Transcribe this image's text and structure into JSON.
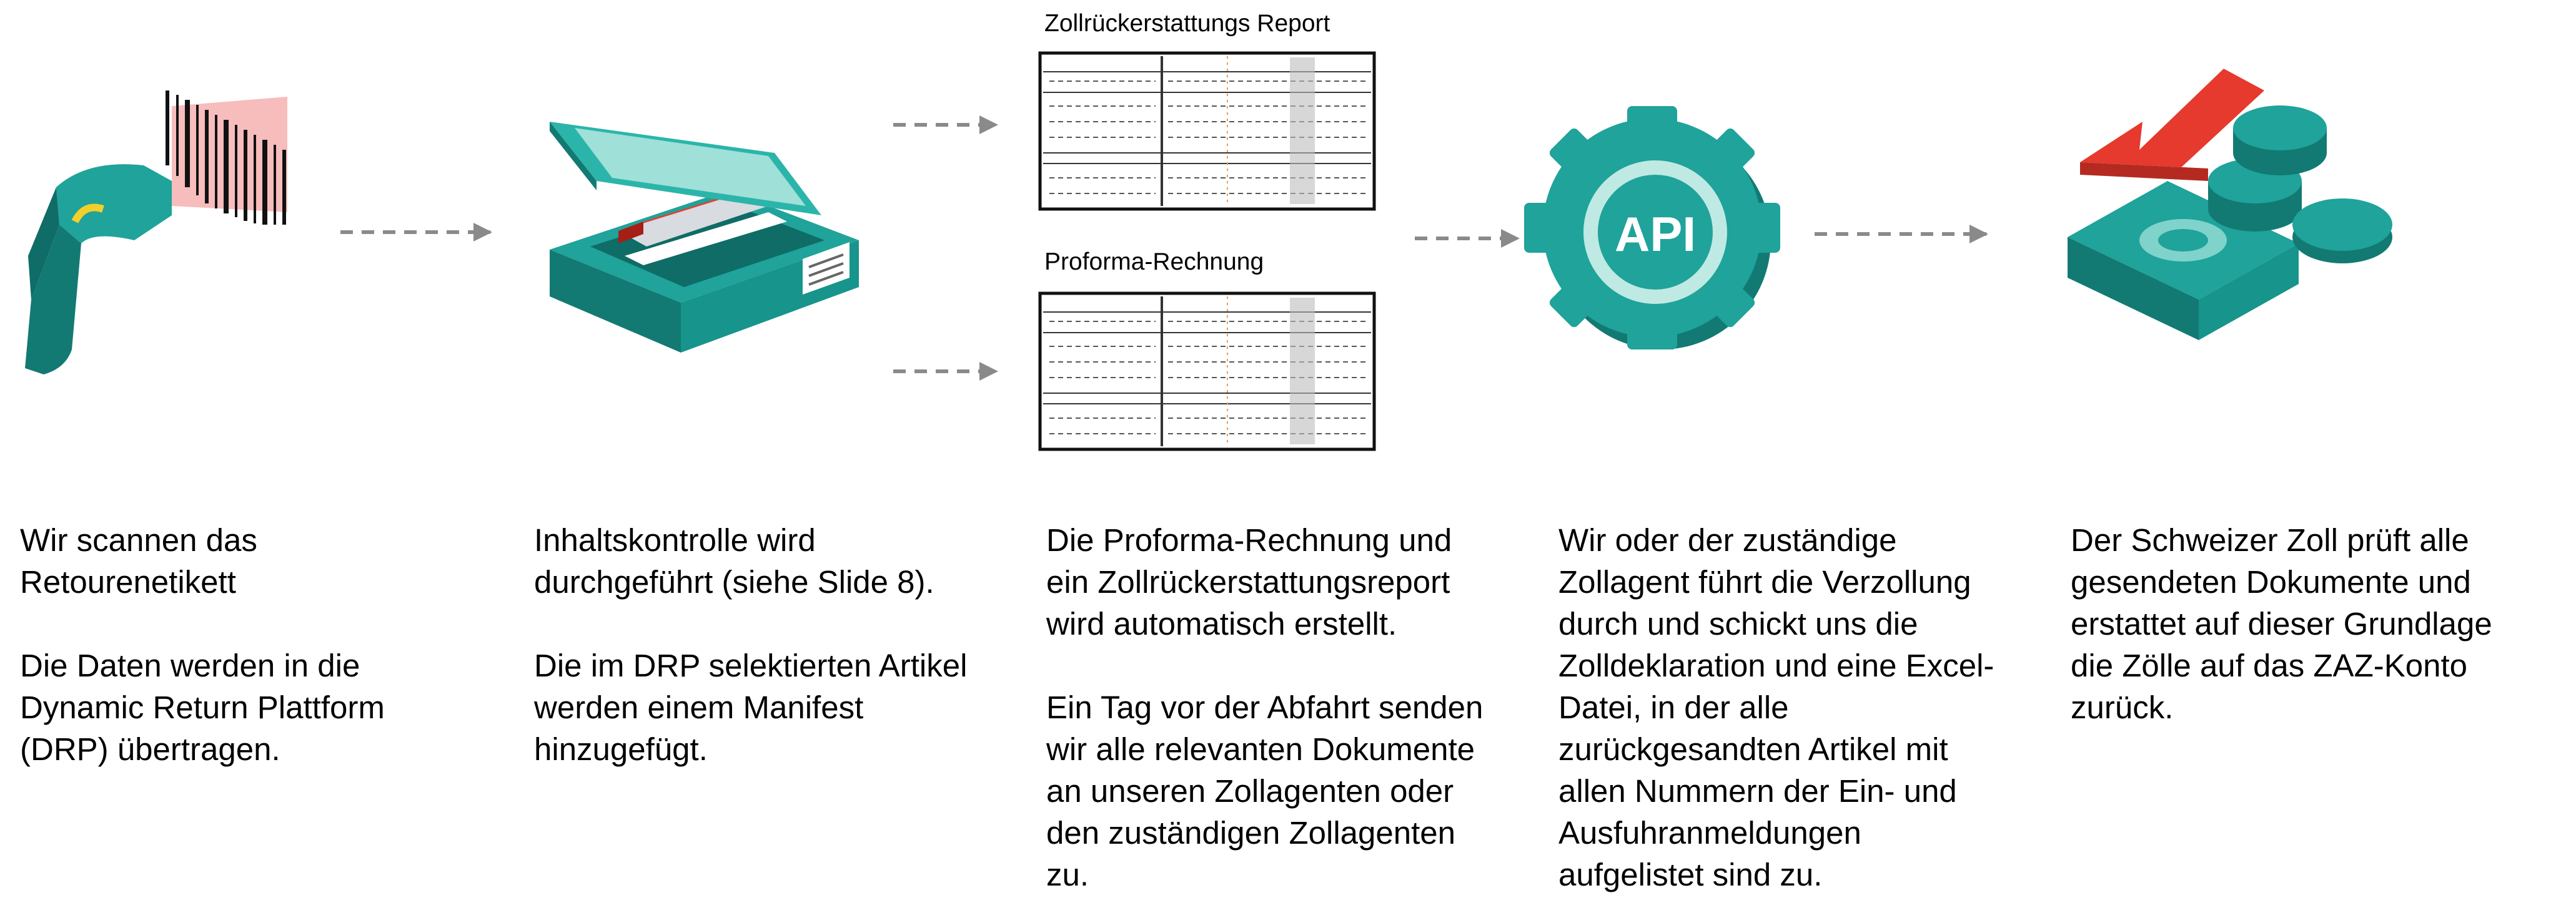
{
  "colors": {
    "teal": "#1fa39a",
    "teal_dark": "#127a73",
    "teal_light": "#7fd3cb",
    "red": "#e53a2d",
    "arrow_gray": "#8a8a8a"
  },
  "icons": [
    "barcode-scanner-icon",
    "scanner-box-icon",
    "document-icon",
    "api-gear-icon",
    "money-refund-icon"
  ],
  "documents": {
    "report_title": "Zollrückerstattungs Report",
    "invoice_title": "Proforma-Rechnung",
    "api_label": "API"
  },
  "steps": [
    {
      "text": "Wir scannen das\nRetourenetikett\n\nDie Daten werden in die\nDynamic Return Plattform\n(DRP) übertragen."
    },
    {
      "text": "Inhaltskontrolle wird\ndurchgeführt (siehe Slide 8).\n\nDie im DRP selektierten Artikel\nwerden einem Manifest\nhinzugefügt."
    },
    {
      "text": "Die Proforma-Rechnung und\nein Zollrückerstattungsreport\nwird automatisch erstellt.\n\nEin Tag vor der Abfahrt senden\nwir alle relevanten Dokumente\nan unseren Zollagenten oder\nden zuständigen Zollagenten\nzu."
    },
    {
      "text": "Wir oder der zuständige\nZollagent führt die Verzollung\ndurch und schickt uns die\nZolldeklaration und eine Excel-\nDatei, in der alle\nzurückgesandten Artikel mit\nallen Nummern der Ein- und\nAusfuhranmeldungen\naufgelistet sind zu."
    },
    {
      "text": "Der Schweizer Zoll prüft alle\ngesendeten Dokumente und\nerstattet auf dieser Grundlage\ndie Zölle auf das ZAZ-Konto\nzurück."
    }
  ]
}
